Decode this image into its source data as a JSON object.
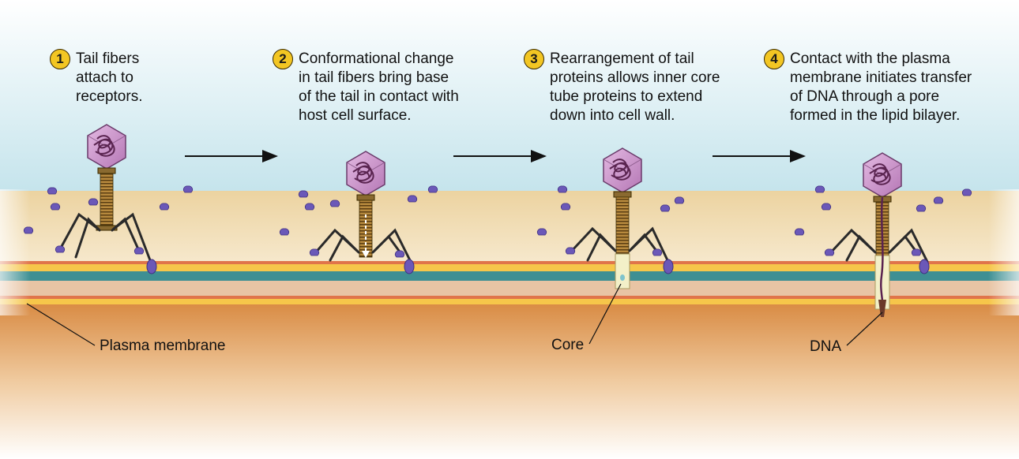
{
  "steps": [
    {
      "number": "1",
      "text": "Tail fibers\nattach to\nreceptors."
    },
    {
      "number": "2",
      "text": "Conformational change\nin tail fibers bring base\nof the tail in contact with\nhost cell surface."
    },
    {
      "number": "3",
      "text": "Rearrangement of tail\nproteins allows inner core\ntube proteins to extend\ndown into cell wall."
    },
    {
      "number": "4",
      "text": "Contact with the plasma\nmembrane initiates transfer\nof DNA through a pore\nformed in the lipid bilayer."
    }
  ],
  "labels": {
    "plasma_membrane": "Plasma membrane",
    "core": "Core",
    "dna": "DNA"
  },
  "colors": {
    "sky": "#c9e6ee",
    "cell_wall": "#f1dcae",
    "membrane_orange": "#e0744a",
    "membrane_yellow": "#f6c64a",
    "membrane_teal": "#3e8f93",
    "cytoplasm": "#e3a463",
    "capsid": "#c98fc8",
    "dna_coil": "#6b2f5e",
    "receptor": "#6b58b8",
    "badge": "#f3c623"
  }
}
